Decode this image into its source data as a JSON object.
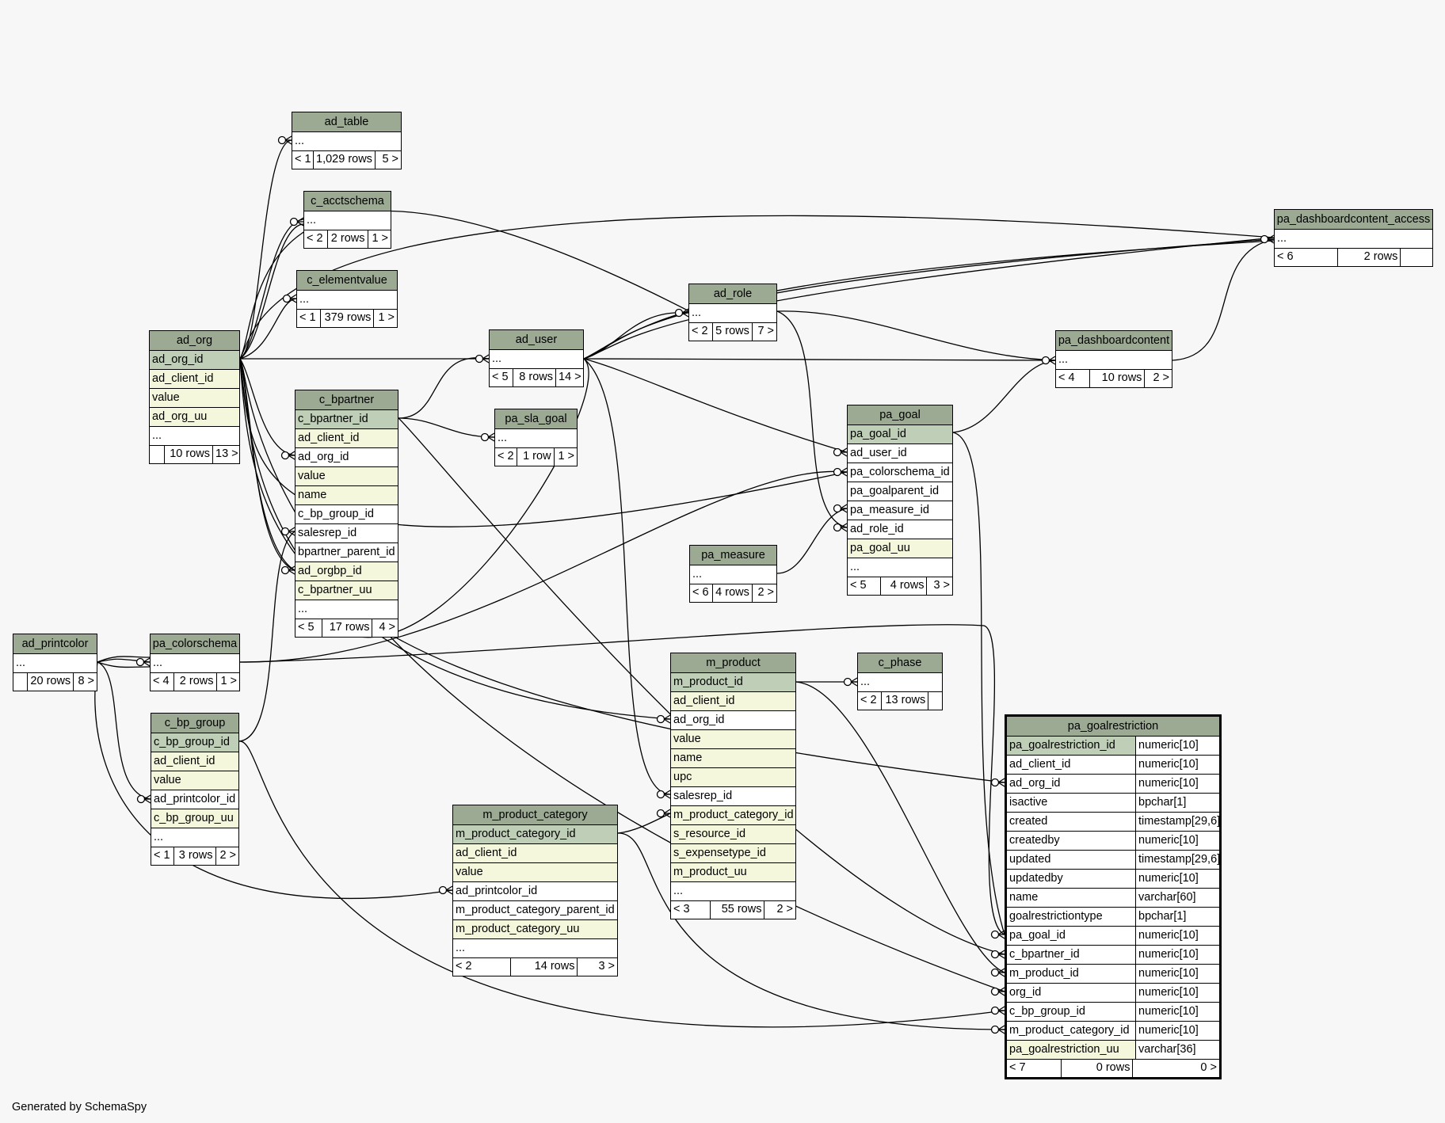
{
  "credit": "Generated by SchemaSpy",
  "colors": {
    "header": "#9caa94",
    "primary_key": "#bfcfb7",
    "indexed": "#f4f7dc",
    "background": "#f7f7f7"
  },
  "tables": {
    "ad_table": {
      "name": "ad_table",
      "rows": [
        "..."
      ],
      "footer": [
        "< 1",
        "1,029 rows",
        "5 >"
      ]
    },
    "c_acctschema": {
      "name": "c_acctschema",
      "rows": [
        "..."
      ],
      "footer": [
        "< 2",
        "2 rows",
        "1 >"
      ]
    },
    "c_elementvalue": {
      "name": "c_elementvalue",
      "rows": [
        "..."
      ],
      "footer": [
        "< 1",
        "379 rows",
        "1 >"
      ]
    },
    "ad_org": {
      "name": "ad_org",
      "rows": [
        "ad_org_id",
        "ad_client_id",
        "value",
        "ad_org_uu",
        "..."
      ],
      "footer": [
        "",
        "10 rows",
        "13 >"
      ]
    },
    "c_bpartner": {
      "name": "c_bpartner",
      "rows": [
        "c_bpartner_id",
        "ad_client_id",
        "ad_org_id",
        "value",
        "name",
        "c_bp_group_id",
        "salesrep_id",
        "bpartner_parent_id",
        "ad_orgbp_id",
        "c_bpartner_uu",
        "..."
      ],
      "footer": [
        "< 5",
        "17 rows",
        "4 >"
      ]
    },
    "ad_user": {
      "name": "ad_user",
      "rows": [
        "..."
      ],
      "footer": [
        "< 5",
        "8 rows",
        "14 >"
      ]
    },
    "pa_sla_goal": {
      "name": "pa_sla_goal",
      "rows": [
        "..."
      ],
      "footer": [
        "< 2",
        "1 row",
        "1 >"
      ]
    },
    "ad_role": {
      "name": "ad_role",
      "rows": [
        "..."
      ],
      "footer": [
        "< 2",
        "5 rows",
        "7 >"
      ]
    },
    "pa_dashboardcontent_access": {
      "name": "pa_dashboardcontent_access",
      "rows": [
        "..."
      ],
      "footer": [
        "< 6",
        "2 rows",
        ""
      ]
    },
    "pa_dashboardcontent": {
      "name": "pa_dashboardcontent",
      "rows": [
        "..."
      ],
      "footer": [
        "< 4",
        "10 rows",
        "2 >"
      ]
    },
    "pa_goal": {
      "name": "pa_goal",
      "rows": [
        "pa_goal_id",
        "ad_user_id",
        "pa_colorschema_id",
        "pa_goalparent_id",
        "pa_measure_id",
        "ad_role_id",
        "pa_goal_uu",
        "..."
      ],
      "footer": [
        "< 5",
        "4 rows",
        "3 >"
      ]
    },
    "pa_measure": {
      "name": "pa_measure",
      "rows": [
        "..."
      ],
      "footer": [
        "< 6",
        "4 rows",
        "2 >"
      ]
    },
    "ad_printcolor": {
      "name": "ad_printcolor",
      "rows": [
        "..."
      ],
      "footer": [
        "",
        "20 rows",
        "8 >"
      ]
    },
    "pa_colorschema": {
      "name": "pa_colorschema",
      "rows": [
        "..."
      ],
      "footer": [
        "< 4",
        "2 rows",
        "1 >"
      ]
    },
    "c_bp_group": {
      "name": "c_bp_group",
      "rows": [
        "c_bp_group_id",
        "ad_client_id",
        "value",
        "ad_printcolor_id",
        "c_bp_group_uu",
        "..."
      ],
      "footer": [
        "< 1",
        "3 rows",
        "2 >"
      ]
    },
    "m_product": {
      "name": "m_product",
      "rows": [
        "m_product_id",
        "ad_client_id",
        "ad_org_id",
        "value",
        "name",
        "upc",
        "salesrep_id",
        "m_product_category_id",
        "s_resource_id",
        "s_expensetype_id",
        "m_product_uu",
        "..."
      ],
      "footer": [
        "< 3",
        "55 rows",
        "2 >"
      ]
    },
    "c_phase": {
      "name": "c_phase",
      "rows": [
        "..."
      ],
      "footer": [
        "< 2",
        "13 rows",
        ""
      ]
    },
    "m_product_category": {
      "name": "m_product_category",
      "rows": [
        "m_product_category_id",
        "ad_client_id",
        "value",
        "ad_printcolor_id",
        "m_product_category_parent_id",
        "m_product_category_uu",
        "..."
      ],
      "footer": [
        "< 2",
        "14 rows",
        "3 >"
      ]
    },
    "pa_goalrestriction": {
      "name": "pa_goalrestriction",
      "rows": [
        "pa_goalrestriction_id",
        "ad_client_id",
        "ad_org_id",
        "isactive",
        "created",
        "createdby",
        "updated",
        "updatedby",
        "name",
        "goalrestrictiontype",
        "pa_goal_id",
        "c_bpartner_id",
        "m_product_id",
        "org_id",
        "c_bp_group_id",
        "m_product_category_id",
        "pa_goalrestriction_uu"
      ],
      "types": [
        "numeric[10]",
        "numeric[10]",
        "numeric[10]",
        "bpchar[1]",
        "timestamp[29,6]",
        "numeric[10]",
        "timestamp[29,6]",
        "numeric[10]",
        "varchar[60]",
        "bpchar[1]",
        "numeric[10]",
        "numeric[10]",
        "numeric[10]",
        "numeric[10]",
        "numeric[10]",
        "numeric[10]",
        "varchar[36]"
      ],
      "footer": [
        "< 7",
        "0 rows",
        "0 >"
      ]
    }
  }
}
